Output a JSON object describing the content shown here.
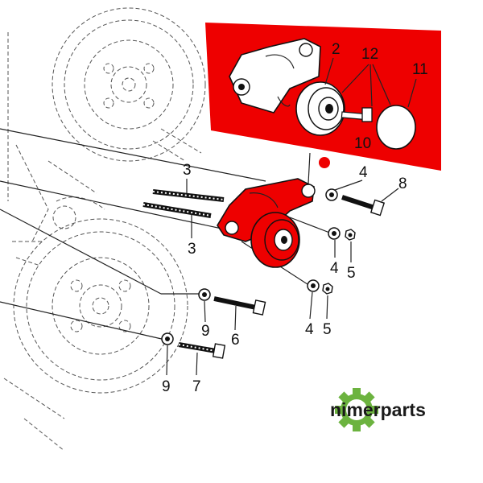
{
  "callouts": {
    "n2": "2",
    "n12": "12",
    "n11": "11",
    "n10": "10",
    "n3a": "3",
    "n3b": "3",
    "n4a": "4",
    "n8": "8",
    "n4b": "4",
    "n5a": "5",
    "n4c": "4",
    "n5b": "5",
    "n9a": "9",
    "n6": "6",
    "n9b": "9",
    "n7": "7"
  },
  "logo": {
    "text": "nimerparts"
  },
  "colors": {
    "highlight": "#ee0000",
    "logo_gear": "#6cb33f",
    "ink": "#111111"
  }
}
